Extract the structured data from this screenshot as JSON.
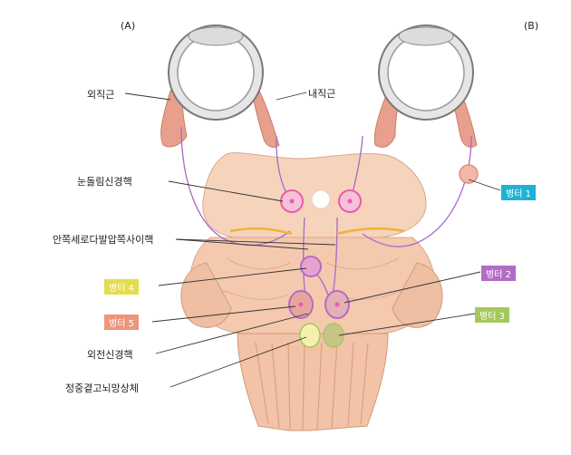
{
  "panels": {
    "a": "(A)",
    "b": "(B)"
  },
  "labels": {
    "lateral_rectus": "외직근",
    "medial_rectus": "내직근",
    "oculomotor_nucleus": "눈돌림신경핵",
    "mlf": "안쪽세로다발압쪽사이핵",
    "abducens_nucleus": "외전신경핵",
    "pprf": "정중곁고뇌망상체"
  },
  "lesions": [
    {
      "label": "병터 1",
      "color": "#1fb2d4"
    },
    {
      "label": "병터 2",
      "color": "#b36cc4"
    },
    {
      "label": "병터 3",
      "color": "#a5c85a"
    },
    {
      "label": "병터 4",
      "color": "#e3dc4e"
    },
    {
      "label": "병터 5",
      "color": "#ee957c"
    }
  ],
  "colors": {
    "brainstem": "#f4c9ae",
    "brainstem_dark": "#e3a889",
    "muscle": "#e39a86",
    "nerve": "#a968c8",
    "nucleus": "#e95ca8",
    "mlf_tract": "#f0b23a"
  }
}
